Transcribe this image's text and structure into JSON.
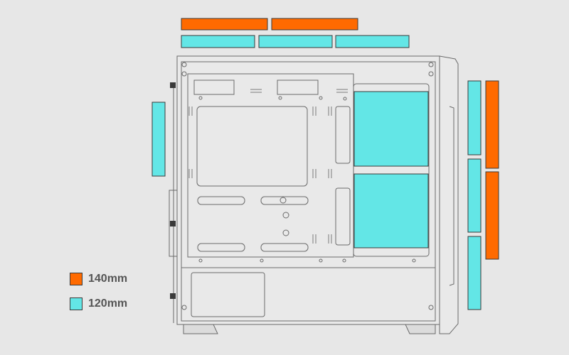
{
  "colors": {
    "background": "#e7e7e7",
    "case_fill": "#e9e9e9",
    "case_stroke": "#6a6a6a",
    "fan_140": "#ff6a00",
    "fan_120": "#63e6e6"
  },
  "legend": {
    "items": [
      {
        "key": "fan_140",
        "label": "140mm"
      },
      {
        "key": "fan_120",
        "label": "120mm"
      }
    ]
  },
  "fan_mounts": {
    "top": {
      "140mm_slots": 2,
      "120mm_slots": 3
    },
    "rear": {
      "120mm_slots": 1
    },
    "front": {
      "140mm_slots": 2,
      "120mm_slots": 3
    },
    "side_radiator": {
      "120mm_slots": 2
    }
  }
}
